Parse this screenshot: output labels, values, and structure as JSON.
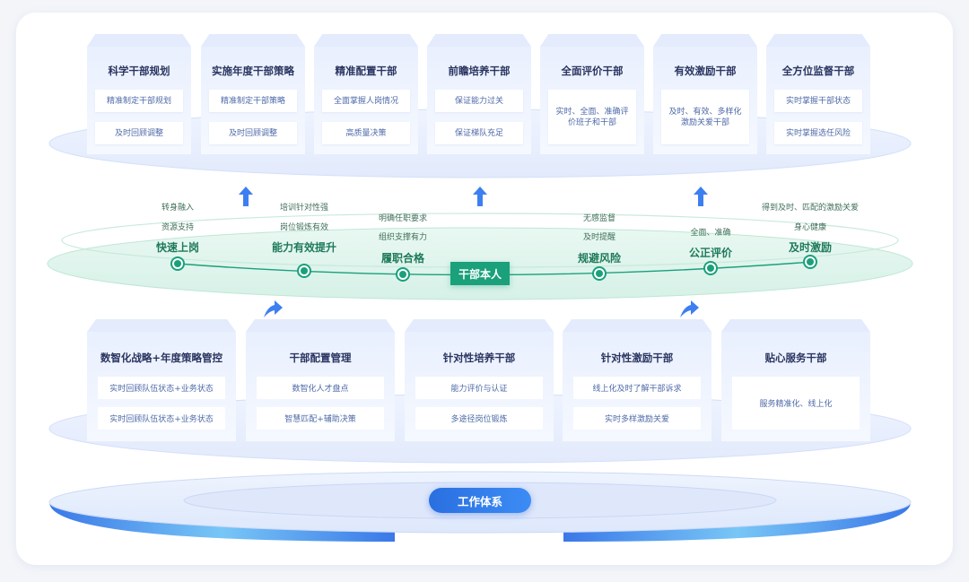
{
  "top_boxes": [
    {
      "title": "科学干部规划",
      "items": [
        "精准制定干部规划",
        "及时回顾调整"
      ]
    },
    {
      "title": "实施年度干部策略",
      "items": [
        "精准制定干部策略",
        "及时回顾调整"
      ]
    },
    {
      "title": "精准配置干部",
      "items": [
        "全面掌握人岗情况",
        "高质量决策"
      ]
    },
    {
      "title": "前瞻培养干部",
      "items": [
        "保证能力过关",
        "保证梯队充足"
      ]
    },
    {
      "title": "全面评价干部",
      "items": [
        "实时、全面、准确评价班子和干部"
      ]
    },
    {
      "title": "有效激励干部",
      "items": [
        "及时、有效、多样化激励关爱干部"
      ]
    },
    {
      "title": "全方位监督干部",
      "items": [
        "实时掌握干部状态",
        "实时掌握选任风险"
      ]
    }
  ],
  "ring": {
    "center_label": "干部本人",
    "nodes": [
      {
        "title": "快速上岗",
        "notes": [
          "转身融入",
          "资源支持"
        ]
      },
      {
        "title": "能力有效提升",
        "notes": [
          "培训针对性强",
          "岗位锻炼有效"
        ]
      },
      {
        "title": "履职合格",
        "notes": [
          "明确任职要求",
          "组织支撑有力"
        ]
      },
      {
        "title": "规避风险",
        "notes": [
          "无感监督",
          "及时提醒"
        ]
      },
      {
        "title": "公正评价",
        "notes": [
          "全面、准确"
        ]
      },
      {
        "title": "及时激励",
        "notes": [
          "得到及时、匹配的激励关爱",
          "身心健康"
        ]
      }
    ]
  },
  "bottom_boxes": [
    {
      "title": "数智化战略+年度策略管控",
      "items": [
        "实时回顾队伍状态+业务状态",
        "实时回顾队伍状态+业务状态"
      ]
    },
    {
      "title": "干部配置管理",
      "items": [
        "数智化人才盘点",
        "智慧匹配+辅助决策"
      ]
    },
    {
      "title": "针对性培养干部",
      "items": [
        "能力评价与认证",
        "多途径岗位锻炼"
      ]
    },
    {
      "title": "针对性激励干部",
      "items": [
        "线上化及时了解干部诉求",
        "实时多样激励关爱"
      ]
    },
    {
      "title": "贴心服务干部",
      "items": [
        "服务精准化、线上化"
      ]
    }
  ],
  "base": {
    "label": "工作体系"
  },
  "colors": {
    "accent_green": "#1aa07a",
    "accent_blue": "#2a6fe0",
    "title_text": "#2a3560",
    "pill_text": "#4e6aa8"
  }
}
